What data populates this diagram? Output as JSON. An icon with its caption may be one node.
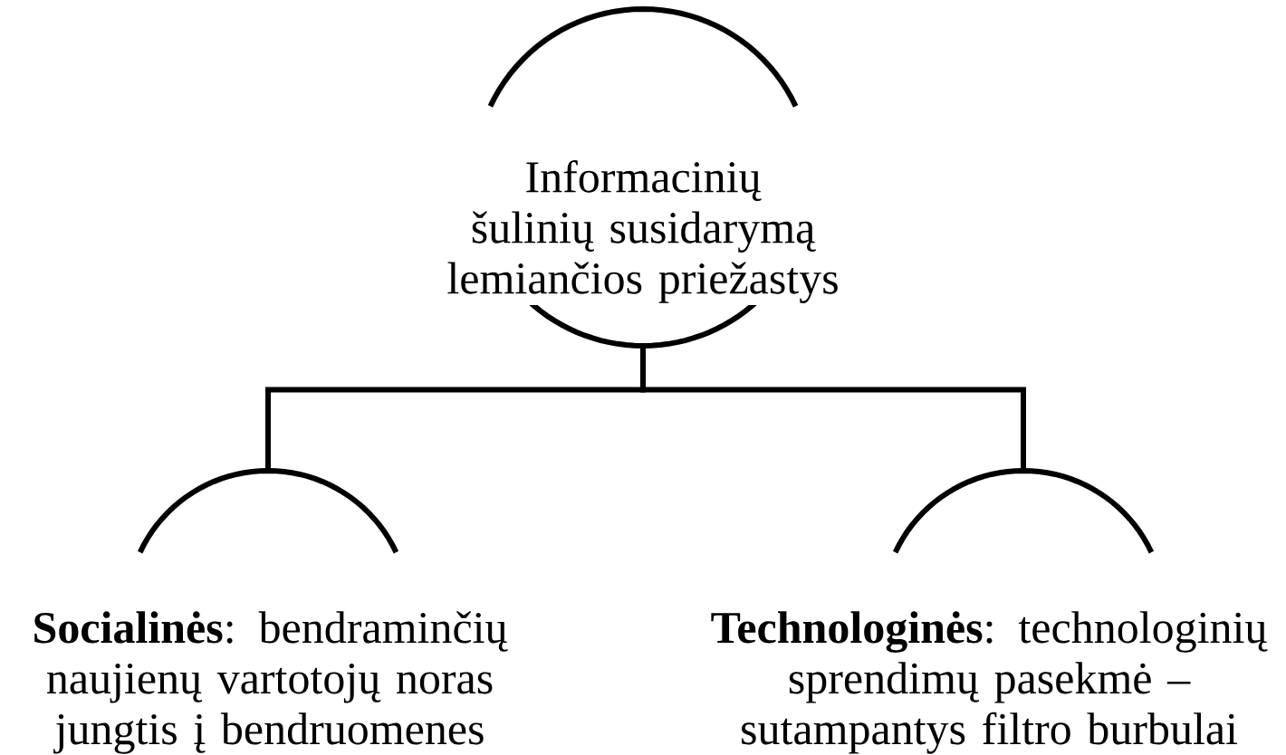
{
  "diagram": {
    "nodes": [
      {
        "text": [
          "Informacinių šulinių susidarymą lemiančios priežastys"
        ]
      },
      {
        "text": [
          "**Socialinės**: bendraminčių naujienų vartotojų noras jungtis į bendruomenes"
        ]
      },
      {
        "text": [
          "**Technologinės**: technologinių sprendimų pasekmė – sutampantys filtro burbulai"
        ]
      }
    ],
    "edges": [
      {
        "from": 0,
        "to": 1,
        "arrow": "none"
      },
      {
        "from": 0,
        "to": 2,
        "arrow": "none"
      }
    ]
  }
}
